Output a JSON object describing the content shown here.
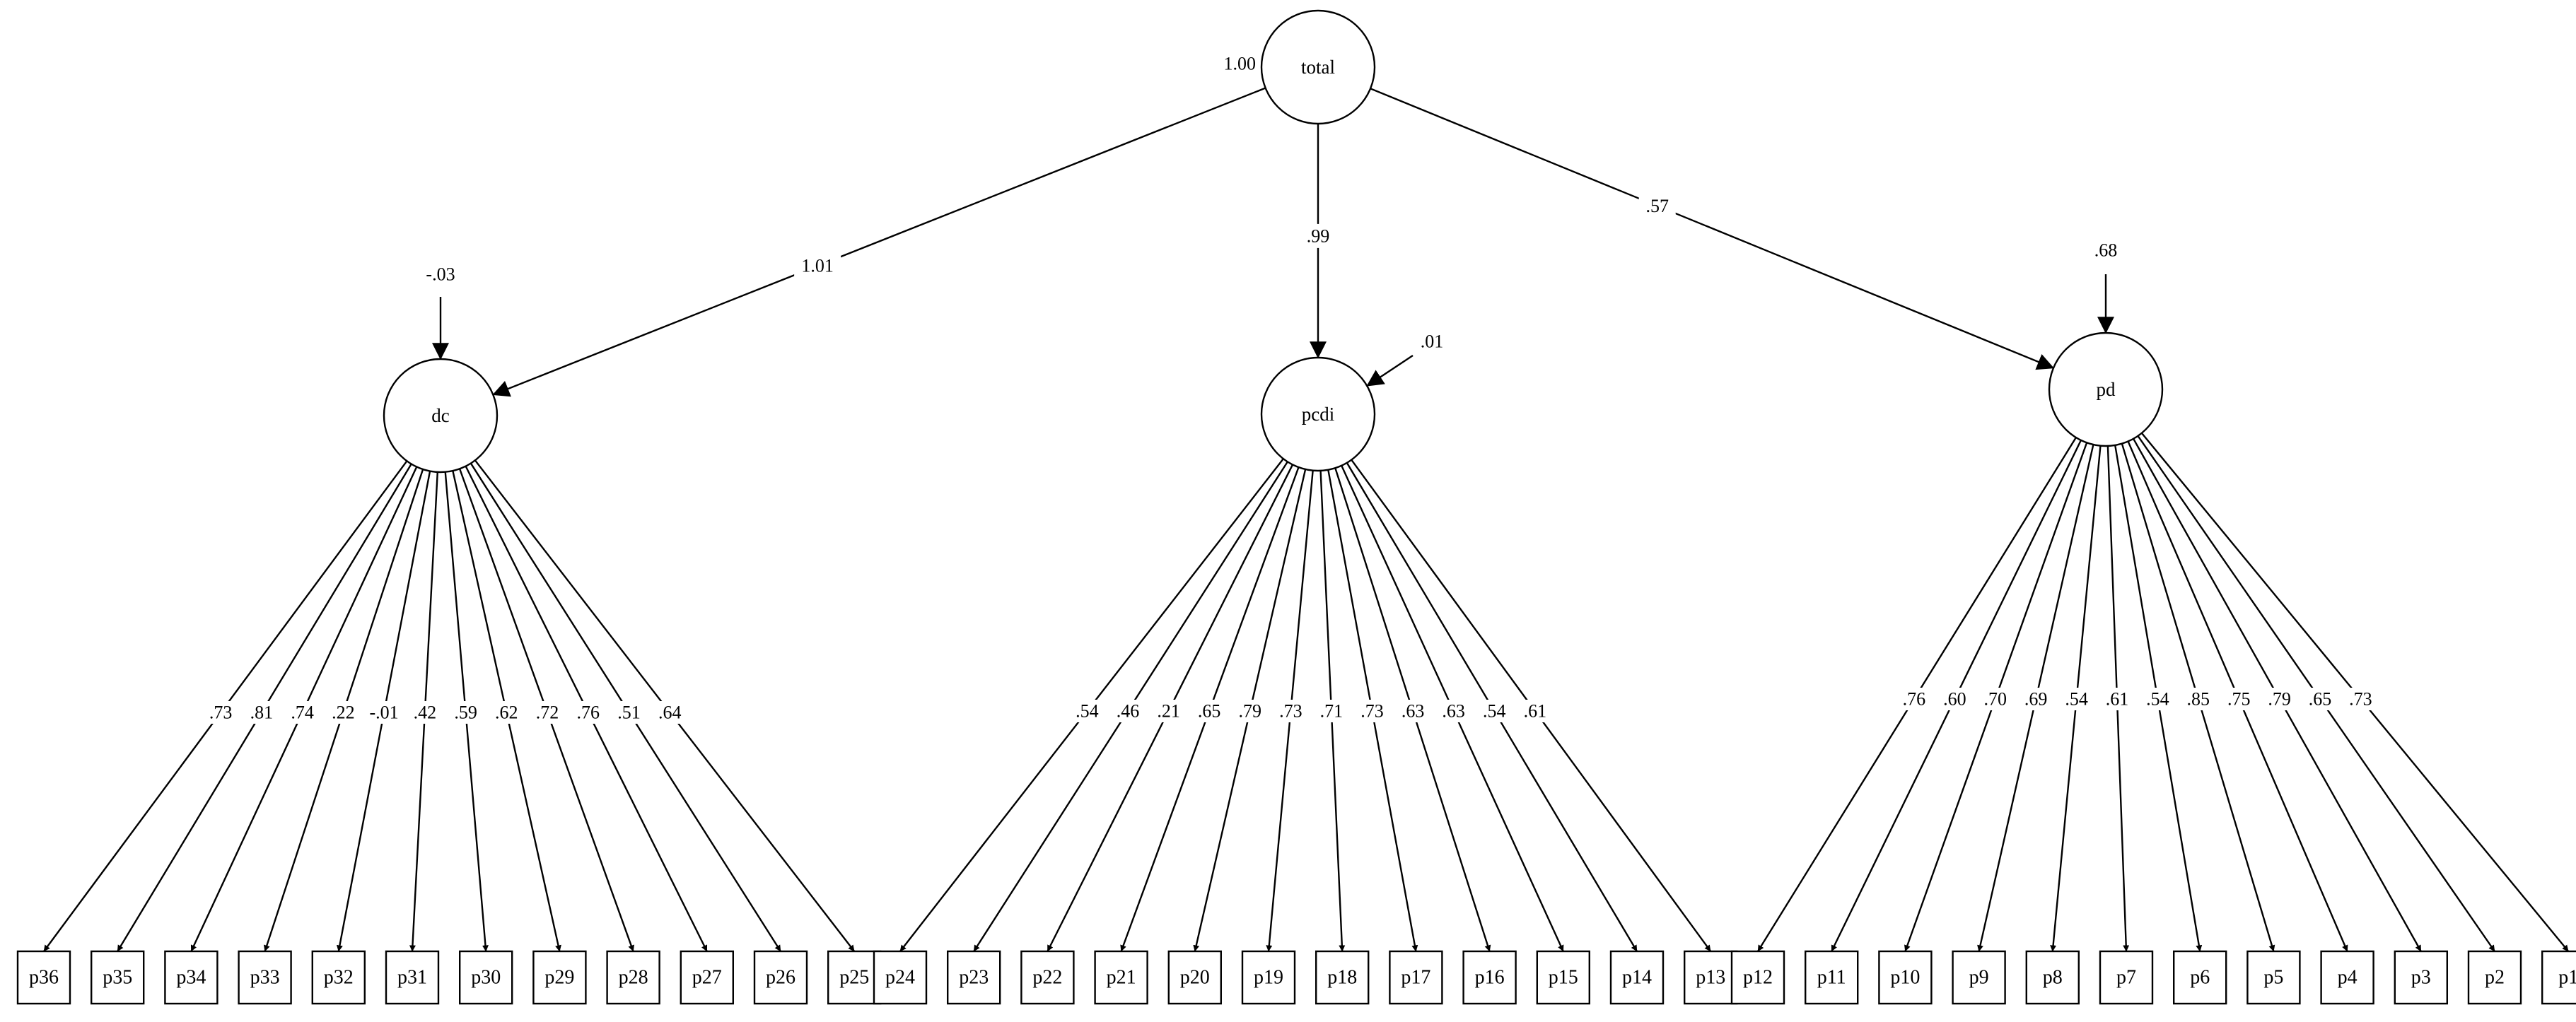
{
  "diagram": {
    "factors": {
      "total": {
        "label": "total",
        "variance": "1.00"
      },
      "dc": {
        "label": "dc",
        "residual": "-.03"
      },
      "pcdi": {
        "label": "pcdi",
        "residual": ".01"
      },
      "pd": {
        "label": "pd",
        "residual": ".68"
      }
    },
    "paths": {
      "total_dc": "1.01",
      "total_pcdi": ".99",
      "total_pd": ".57"
    },
    "groups": [
      {
        "factor": "dc",
        "items": [
          {
            "label": "p36",
            "loading": ".73"
          },
          {
            "label": "p35",
            "loading": ".81"
          },
          {
            "label": "p34",
            "loading": ".74"
          },
          {
            "label": "p33",
            "loading": ".22"
          },
          {
            "label": "p32",
            "loading": "-.01"
          },
          {
            "label": "p31",
            "loading": ".42"
          },
          {
            "label": "p30",
            "loading": ".59"
          },
          {
            "label": "p29",
            "loading": ".62"
          },
          {
            "label": "p28",
            "loading": ".72"
          },
          {
            "label": "p27",
            "loading": ".76"
          },
          {
            "label": "p26",
            "loading": ".51"
          },
          {
            "label": "p25",
            "loading": ".64"
          }
        ]
      },
      {
        "factor": "pcdi",
        "items": [
          {
            "label": "p24",
            "loading": ".54"
          },
          {
            "label": "p23",
            "loading": ".46"
          },
          {
            "label": "p22",
            "loading": ".21"
          },
          {
            "label": "p21",
            "loading": ".65"
          },
          {
            "label": "p20",
            "loading": ".79"
          },
          {
            "label": "p19",
            "loading": ".73"
          },
          {
            "label": "p18",
            "loading": ".71"
          },
          {
            "label": "p17",
            "loading": ".73"
          },
          {
            "label": "p16",
            "loading": ".63"
          },
          {
            "label": "p15",
            "loading": ".63"
          },
          {
            "label": "p14",
            "loading": ".54"
          },
          {
            "label": "p13",
            "loading": ".61"
          }
        ]
      },
      {
        "factor": "pd",
        "items": [
          {
            "label": "p12",
            "loading": ".76"
          },
          {
            "label": "p11",
            "loading": ".60"
          },
          {
            "label": "p10",
            "loading": ".70"
          },
          {
            "label": "p9",
            "loading": ".69"
          },
          {
            "label": "p8",
            "loading": ".54"
          },
          {
            "label": "p7",
            "loading": ".61"
          },
          {
            "label": "p6",
            "loading": ".54"
          },
          {
            "label": "p5",
            "loading": ".85"
          },
          {
            "label": "p4",
            "loading": ".75"
          },
          {
            "label": "p3",
            "loading": ".79"
          },
          {
            "label": "p2",
            "loading": ".65"
          },
          {
            "label": "p1",
            "loading": ".73"
          }
        ]
      }
    ]
  }
}
